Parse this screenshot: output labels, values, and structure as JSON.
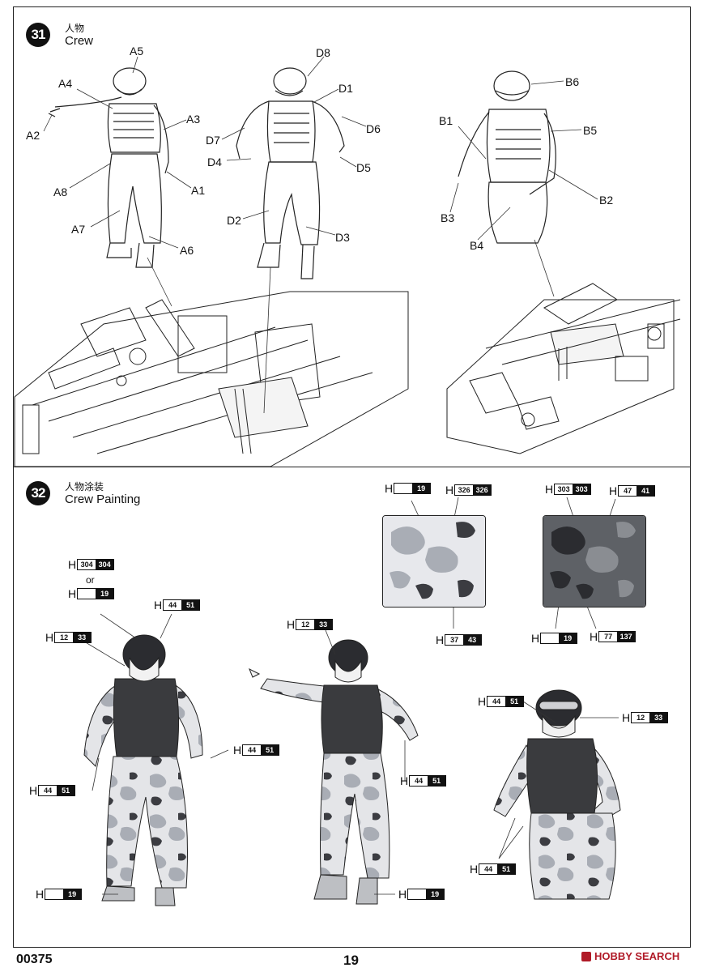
{
  "footer": {
    "code": "00375",
    "page": "19",
    "watermark": "HOBBY SEARCH"
  },
  "step31": {
    "number": "31",
    "title_cn": "人物",
    "title_en": "Crew",
    "labels": {
      "A1": "A1",
      "A2": "A2",
      "A3": "A3",
      "A4": "A4",
      "A5": "A5",
      "A6": "A6",
      "A7": "A7",
      "A8": "A8",
      "D1": "D1",
      "D2": "D2",
      "D3": "D3",
      "D4": "D4",
      "D5": "D5",
      "D6": "D6",
      "D7": "D7",
      "D8": "D8",
      "B1": "B1",
      "B2": "B2",
      "B3": "B3",
      "B4": "B4",
      "B5": "B5",
      "B6": "B6"
    }
  },
  "step32": {
    "number": "32",
    "title_cn": "人物涂装",
    "title_en": "Crew Painting",
    "h": "H",
    "or": "or",
    "refs": {
      "r1": [
        "",
        "19"
      ],
      "r2": [
        "326",
        "326"
      ],
      "r3": [
        "37",
        "43"
      ],
      "r4": [
        "303",
        "303"
      ],
      "r5": [
        "47",
        "41"
      ],
      "r6": [
        "",
        "19"
      ],
      "r7": [
        "77",
        "137"
      ],
      "r8": [
        "304",
        "304"
      ],
      "r9": [
        "",
        "19"
      ],
      "r10": [
        "44",
        "51"
      ],
      "r11": [
        "12",
        "33"
      ],
      "r12": [
        "44",
        "51"
      ],
      "r13": [
        "44",
        "51"
      ],
      "r14": [
        "",
        "19"
      ],
      "r15": [
        "12",
        "33"
      ],
      "r16": [
        "44",
        "51"
      ],
      "r17": [
        "",
        "19"
      ],
      "r18": [
        "44",
        "51"
      ],
      "r19": [
        "12",
        "33"
      ],
      "r20": [
        "44",
        "51"
      ]
    }
  }
}
